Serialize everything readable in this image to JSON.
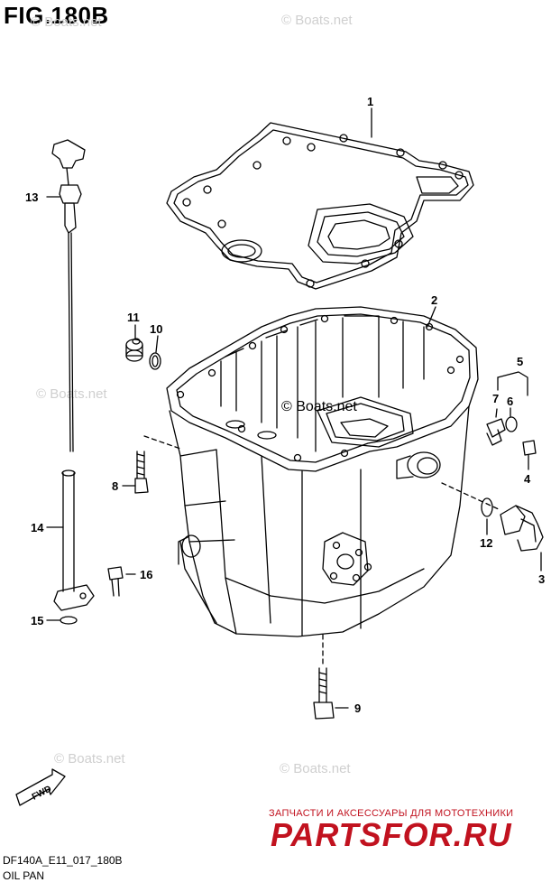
{
  "figure": {
    "title": "FIG.180B",
    "code": "DF140A_E11_017_180B",
    "name": "OIL PAN"
  },
  "callouts": [
    "1",
    "2",
    "3",
    "4",
    "5",
    "6",
    "7",
    "8",
    "9",
    "10",
    "11",
    "12",
    "13",
    "14",
    "15",
    "16"
  ],
  "watermark": {
    "text": "© Boats.net",
    "center_text": "© Boats.net"
  },
  "ad": {
    "line": "ЗАПЧАСТИ И АКСЕССУАРЫ ДЛЯ МОТОТЕХНИКИ",
    "brand": "PARTSFOR.RU",
    "color": "#c1121f"
  },
  "fwd_label": "FWD"
}
